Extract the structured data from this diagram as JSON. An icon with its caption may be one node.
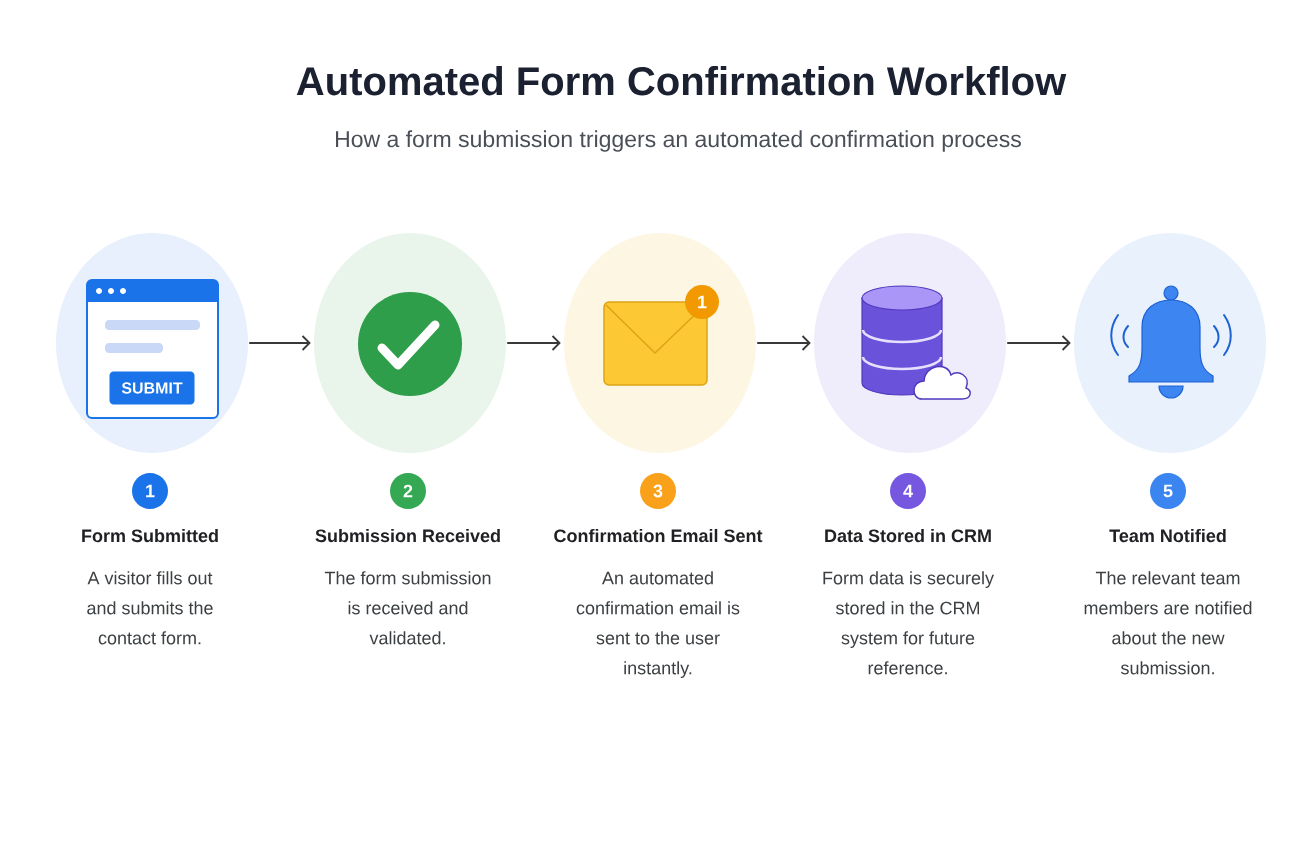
{
  "diagram": {
    "title": "Automated Form Confirmation Workflow",
    "nodes": [
      {
        "text": [
          "SUBMIT"
        ],
        "beside": [
          "1",
          "Form Submitted",
          "A visitor fills out and submits the contact form."
        ]
      },
      {
        "text": [],
        "shape": "circle",
        "beside": [
          "2",
          "Submission Received",
          "The form submission is received and validated."
        ]
      },
      {
        "text": [
          "1"
        ],
        "beside": [
          "3",
          "Confirmation Email Sent",
          "An automated confirmation email is sent to the user instantly."
        ]
      },
      {
        "text": [],
        "shape": "circle",
        "beside": [
          "4",
          "Data Stored in CRM",
          "Form data is securely stored in the CRM system for future reference."
        ]
      },
      {
        "text": [],
        "shape": "circle",
        "beside": [
          "5",
          "Team Notified",
          "The relevant team members are notified about the new submission."
        ]
      }
    ],
    "edges": [
      {
        "from": 0,
        "to": 1,
        "arrow": "to"
      },
      {
        "from": 1,
        "to": 2,
        "arrow": "to"
      },
      {
        "from": 2,
        "to": 3,
        "arrow": "to"
      },
      {
        "from": 3,
        "to": 4,
        "arrow": "to"
      }
    ],
    "labels": [
      "How a form submission triggers an automated confirmation process"
    ]
  }
}
